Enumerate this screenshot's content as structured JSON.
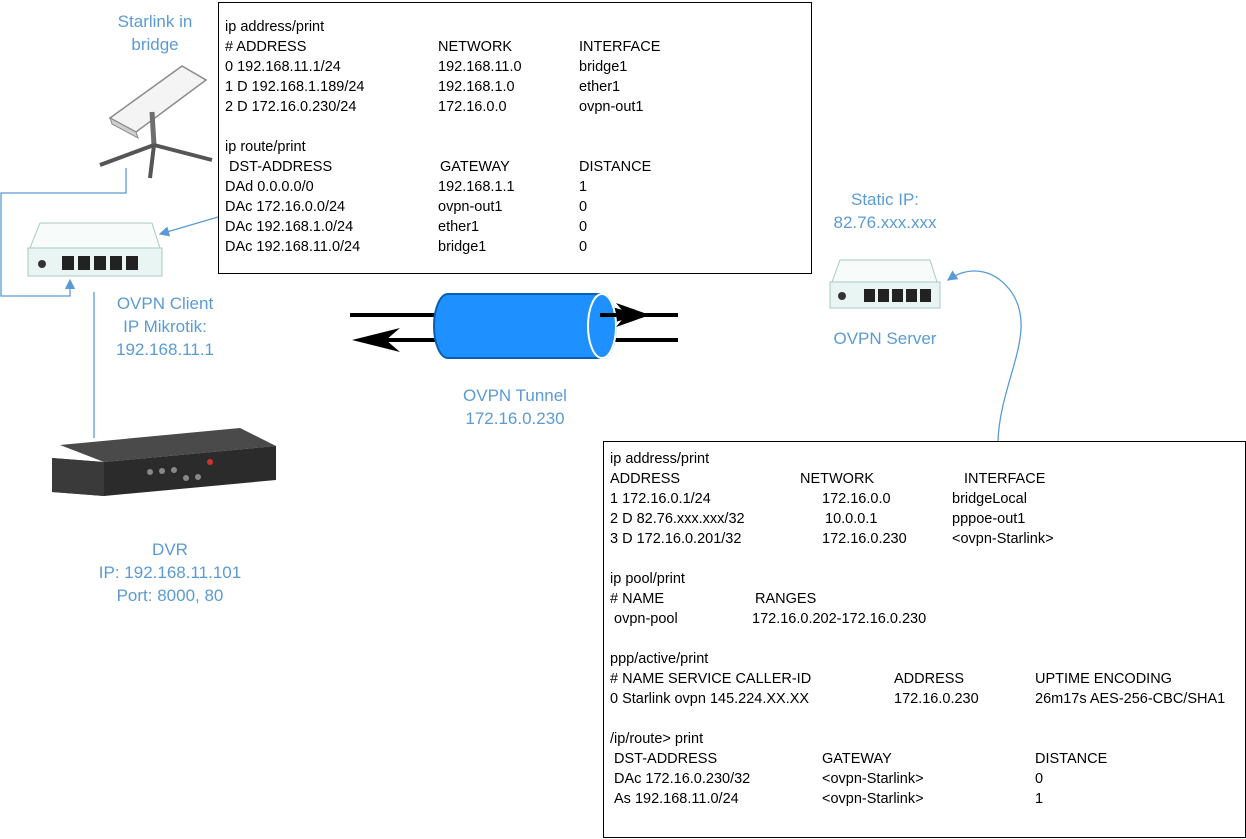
{
  "labels": {
    "starlink": [
      "Starlink in",
      "bridge"
    ],
    "client": [
      "OVPN Client",
      "IP Mikrotik:",
      "192.168.11.1"
    ],
    "tunnel": [
      "OVPN Tunnel",
      "172.16.0.230"
    ],
    "dvr": [
      "DVR",
      "IP: 192.168.11.101",
      "Port: 8000, 80"
    ],
    "static_ip": [
      "Static IP:",
      "82.76.xxx.xxx"
    ],
    "server": "OVPN Server"
  },
  "client_box": {
    "addr_cmd": "ip address/print",
    "addr_header": [
      "#   ADDRESS",
      "NETWORK",
      "INTERFACE"
    ],
    "addr_rows": [
      [
        "0   192.168.11.1/24",
        "192.168.11.0",
        "bridge1"
      ],
      [
        "1 D 192.168.1.189/24",
        "192.168.1.0",
        "ether1"
      ],
      [
        "2 D 172.16.0.230/24",
        "172.16.0.0",
        "ovpn-out1"
      ]
    ],
    "route_cmd": "ip route/print",
    "route_header": [
      " DST-ADDRESS",
      "GATEWAY",
      "DISTANCE"
    ],
    "route_rows": [
      [
        "DAd 0.0.0.0/0",
        "192.168.1.1",
        "1"
      ],
      [
        "DAc 172.16.0.0/24",
        "ovpn-out1",
        "0"
      ],
      [
        "DAc 192.168.1.0/24",
        "ether1",
        "0"
      ],
      [
        "DAc 192.168.11.0/24",
        "bridge1",
        "0"
      ]
    ]
  },
  "server_box": {
    "addr_cmd": "ip address/print",
    "addr_header": [
      "ADDRESS",
      "NETWORK",
      "INTERFACE"
    ],
    "addr_rows": [
      [
        "1   172.16.0.1/24",
        "172.16.0.0",
        "bridgeLocal"
      ],
      [
        "2 D 82.76.xxx.xxx/32",
        "10.0.0.1",
        "pppoe-out1"
      ],
      [
        "3 D 172.16.0.201/32",
        "172.16.0.230",
        "<ovpn-Starlink>"
      ]
    ],
    "pool_cmd": "ip pool/print",
    "pool_header": [
      "#  NAME",
      "RANGES"
    ],
    "pool_row": [
      " ovpn-pool",
      "172.16.0.202-172.16.0.230"
    ],
    "ppp_cmd": "ppp/active/print",
    "ppp_header": [
      "# NAME   SERVICE  CALLER-ID",
      "ADDRESS",
      "UPTIME  ENCODING"
    ],
    "ppp_row": [
      "0 Starlink  ovpn     145.224.XX.XX",
      "172.16.0.230",
      "26m17s  AES-256-CBC/SHA1"
    ],
    "route_cmd": "/ip/route> print",
    "route_header": [
      " DST-ADDRESS",
      "GATEWAY",
      "DISTANCE"
    ],
    "route_rows": [
      [
        " DAc 172.16.0.230/32",
        "<ovpn-Starlink>",
        " 0"
      ],
      [
        "As 192.168.11.0/24",
        "<ovpn-Starlink>",
        " 1"
      ]
    ]
  },
  "colors": {
    "accent": "#5b9bd5",
    "tunnel": "#1e90ff",
    "device": "#e9f5f2"
  }
}
